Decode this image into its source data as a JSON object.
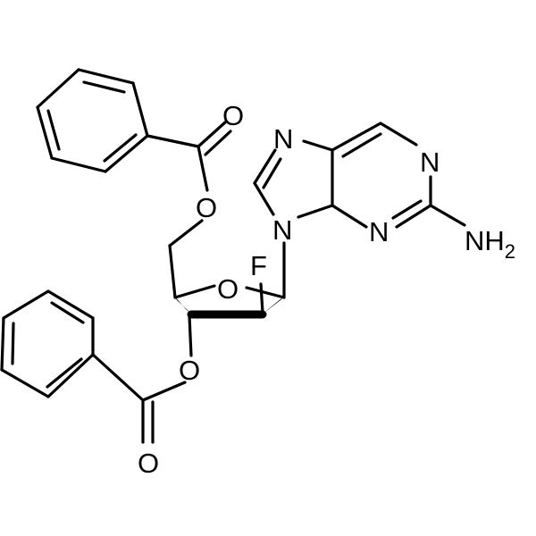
{
  "atoms": {
    "o_carbonyl_top": "O",
    "o_ester_top": "O",
    "o_ring": "O",
    "fluorine": "F",
    "o_ester_bottom": "O",
    "o_carbonyl_bottom": "O",
    "n7": "N",
    "n9": "N",
    "n1": "N",
    "n3": "N",
    "amino": "NH",
    "amino_subscript": "2"
  }
}
